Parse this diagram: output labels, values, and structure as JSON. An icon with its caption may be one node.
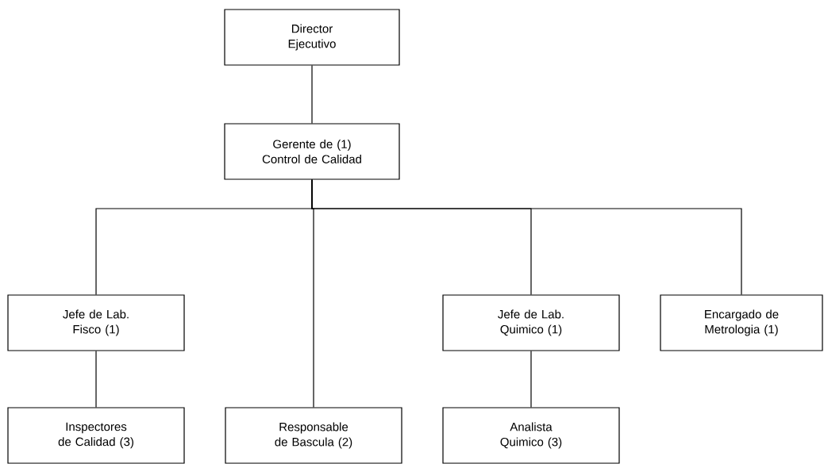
{
  "diagram": {
    "nodes": [
      {
        "text": [
          "Director Ejecutivo"
        ]
      },
      {
        "text": [
          "Gerente de (1) Control de Calidad"
        ]
      },
      {
        "text": [
          "Jefe de Lab. Fisco (1)"
        ]
      },
      {
        "text": [
          "Jefe de Lab. Quimico (1)"
        ]
      },
      {
        "text": [
          "Encargado de Metrologia (1)"
        ]
      },
      {
        "text": [
          "Inspectores de Calidad (3)"
        ]
      },
      {
        "text": [
          "Responsable de Bascula (2)"
        ]
      },
      {
        "text": [
          "Analista Quimico (3)"
        ]
      }
    ],
    "edges": [
      {
        "from": 0,
        "to": 1,
        "arrow": "none"
      },
      {
        "from": 1,
        "to": 2,
        "arrow": "none"
      },
      {
        "from": 1,
        "to": 6,
        "arrow": "none"
      },
      {
        "from": 1,
        "to": 3,
        "arrow": "none"
      },
      {
        "from": 1,
        "to": 4,
        "arrow": "none"
      },
      {
        "from": 2,
        "to": 5,
        "arrow": "none"
      },
      {
        "from": 3,
        "to": 7,
        "arrow": "none"
      }
    ]
  }
}
